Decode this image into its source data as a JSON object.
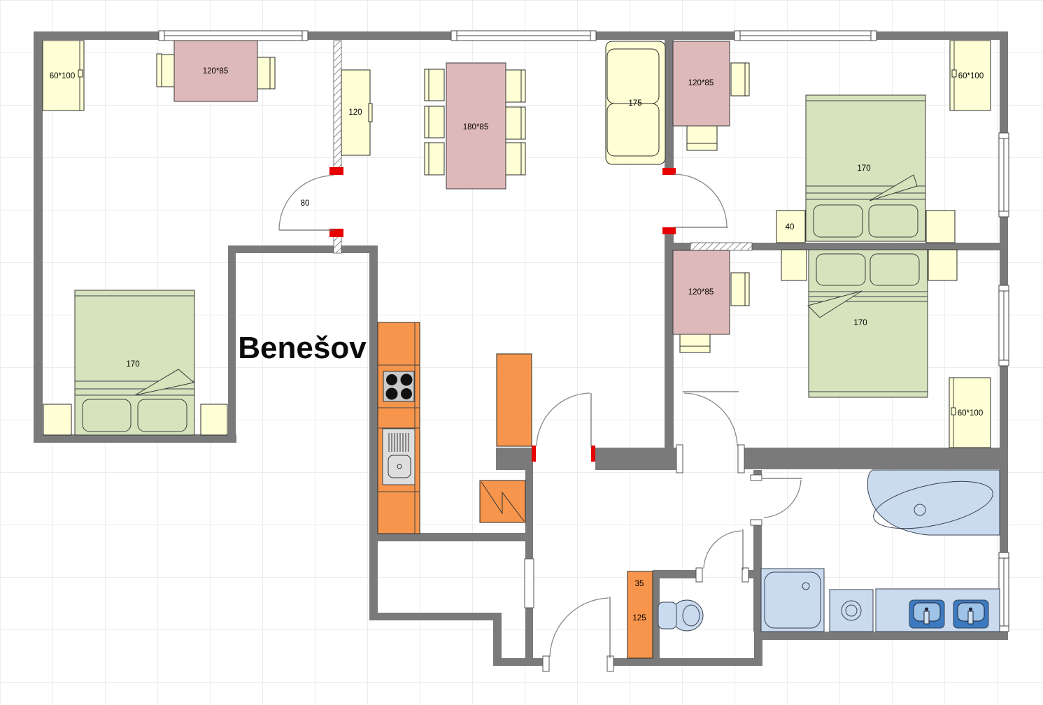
{
  "app": {
    "type": "floor-plan-editor",
    "plan_title": "Benešov"
  },
  "colors": {
    "wall": "#7a7a7a",
    "furniture_yellow": "#feffd4",
    "table_pink": "#deb9b9",
    "bed_green": "#d6e3bc",
    "kitchen_orange": "#f6954b",
    "bath_blue": "#cadbf0",
    "sink_dark_blue": "#3b7ac0",
    "door_jamb_red": "#e60000",
    "grid_line": "#ececec",
    "label_text": "#000000"
  },
  "labels": {
    "plan_title": "Benešov",
    "cabinet_top_left": "60*100",
    "table_top_left": "120*85",
    "hall_cabinet": "120",
    "living_door_width": "80",
    "dining_table": "180*85",
    "sofa": "175",
    "bedroom1_desk": "120*85",
    "bedroom1_bed": "170",
    "bedroom1_nightstand": "40",
    "bedroom1_cabinet": "60*100",
    "bedroom2_desk": "120*85",
    "bedroom2_bed": "170",
    "bedroom2_cabinet": "60*100",
    "bedroom3_bed": "170",
    "shoe_cabinet_width": "35",
    "shoe_cabinet_depth": "125"
  }
}
